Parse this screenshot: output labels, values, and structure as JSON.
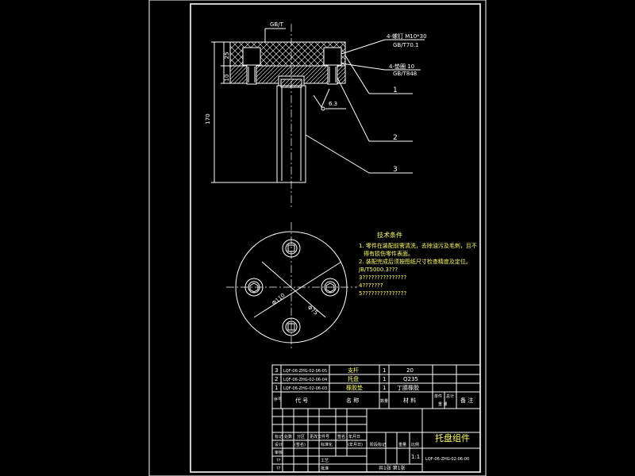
{
  "technical_requirements": {
    "title": "技术条件",
    "lines": [
      "1. 零件在装配前需清洗，去除油污及毛刺，且不",
      "得有损伤零件表面。",
      "2. 装配完成后须按图纸尺寸检查精度及定位。",
      "JB/T5000.3???",
      "3???????????????",
      "4???????",
      "5???????????????"
    ]
  },
  "callouts": {
    "top_note": "GB/T",
    "screw_spec": "4-螺钉 M10*30",
    "screw_std": "GB/T70.1",
    "washer_spec": "4-垫圈 10",
    "washer_std": "GB/T848",
    "roughness": "6.3"
  },
  "dimensions": {
    "plate_thickness": "25",
    "plate_lower": "10",
    "overall_height": "170",
    "bolt_circle": "Φ75",
    "outer_diameter": "Φ110"
  },
  "balloons": [
    "1",
    "2",
    "3"
  ],
  "parts_list": [
    {
      "no": "3",
      "code": "LQF-06-ZHG-02-06-05",
      "name": "支杆",
      "qty": "1",
      "material": "20"
    },
    {
      "no": "2",
      "code": "LQF-06-ZHG-02-06-04",
      "name": "托盘",
      "qty": "1",
      "material": "Q235"
    },
    {
      "no": "1",
      "code": "LQF-06-ZHG-02-06-03",
      "name": "橡胶垫",
      "qty": "1",
      "material": "丁腈橡胶"
    }
  ],
  "parts_header": {
    "no": "序号",
    "code": "代 号",
    "name": "名 称",
    "qty": "数量",
    "material": "材 料",
    "unit_weight": "单件",
    "total_weight": "总计",
    "weight": "重 量",
    "remark": "备 注"
  },
  "title_block": {
    "drawing_title": "托盘组件",
    "scale": "1:1",
    "sheets": "共1张 第1张",
    "drawing_number": "LQF-06-ZHG-02-06-00",
    "stage_label": "阶段标记",
    "weight_label": "重量",
    "ratio_label": "比例",
    "row_labels": [
      "标记",
      "处数",
      "分区",
      "更改文件号",
      "签名",
      "年月日"
    ],
    "sign_labels": [
      "设计",
      "标准化",
      "审核",
      "工艺",
      "批准"
    ],
    "sign_marks": [
      "(签名)",
      "(年月日)"
    ],
    "blank_mark": "??"
  },
  "colors": {
    "background": "#000000",
    "line": "#ffffff",
    "text_accent": "#ffff66"
  }
}
